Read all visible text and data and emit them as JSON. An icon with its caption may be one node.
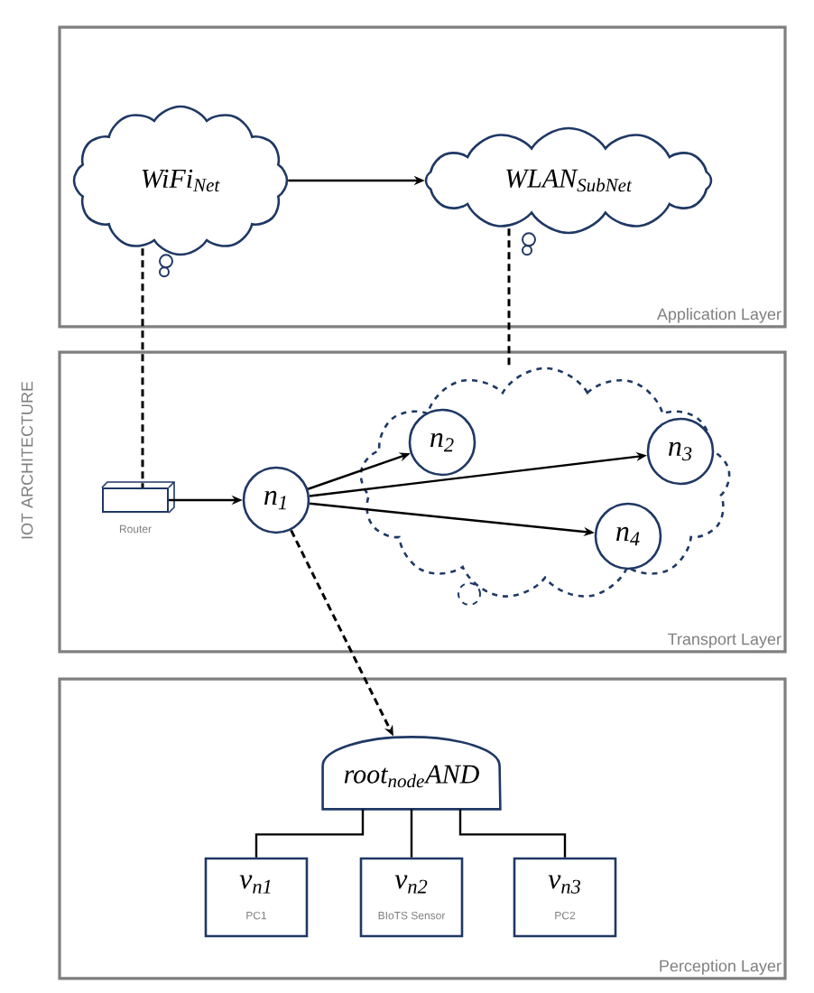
{
  "diagram": {
    "nodes": [
      {
        "text": [
          "Application Layer"
        ]
      },
      {
        "text": [
          "WiFi$_{Net}$"
        ],
        "in": 0
      },
      {
        "text": [
          "WLAN$_{SubNet}$"
        ],
        "in": 0
      },
      {
        "text": [
          "Transport Layer"
        ]
      },
      {
        "text": [],
        "shape": "box",
        "beside": [
          "Router"
        ],
        "in": 3
      },
      {
        "text": [],
        "shape": "cloud",
        "in": 3
      },
      {
        "text": [
          "n$_{1}$"
        ],
        "in": 3
      },
      {
        "text": [
          "n$_{2}$"
        ],
        "in": 5
      },
      {
        "text": [
          "n$_{3}$"
        ],
        "in": 5
      },
      {
        "text": [
          "n$_{4}$"
        ],
        "in": 5
      },
      {
        "text": [
          "Perception Layer"
        ]
      },
      {
        "text": [
          "root$_{node}$AND"
        ],
        "in": 10
      },
      {
        "text": [
          "v$_{n1}$",
          "PC1"
        ],
        "in": 10
      },
      {
        "text": [
          "v$_{n2}$",
          "BIoTS Sensor"
        ],
        "in": 10
      },
      {
        "text": [
          "v$_{n3}$",
          "PC2"
        ],
        "in": 10
      }
    ],
    "edges": [
      {
        "from": 1,
        "to": 2,
        "arrow": "to"
      },
      {
        "from": 1,
        "to": 4,
        "arrow": "none",
        "style": "dashed"
      },
      {
        "from": 2,
        "to": 5,
        "arrow": "none",
        "style": "dashed"
      },
      {
        "from": 4,
        "to": 6,
        "arrow": "to"
      },
      {
        "from": 6,
        "to": 7,
        "arrow": "to"
      },
      {
        "from": 6,
        "to": 8,
        "arrow": "to"
      },
      {
        "from": 6,
        "to": 9,
        "arrow": "to"
      },
      {
        "from": 6,
        "to": 11,
        "arrow": "to",
        "style": "dashed"
      },
      {
        "from": 11,
        "to": 12,
        "arrow": "none"
      },
      {
        "from": 11,
        "to": 13,
        "arrow": "none"
      },
      {
        "from": 11,
        "to": 14,
        "arrow": "none"
      }
    ],
    "labels": [
      "IOT ARCHITECTURE"
    ]
  }
}
